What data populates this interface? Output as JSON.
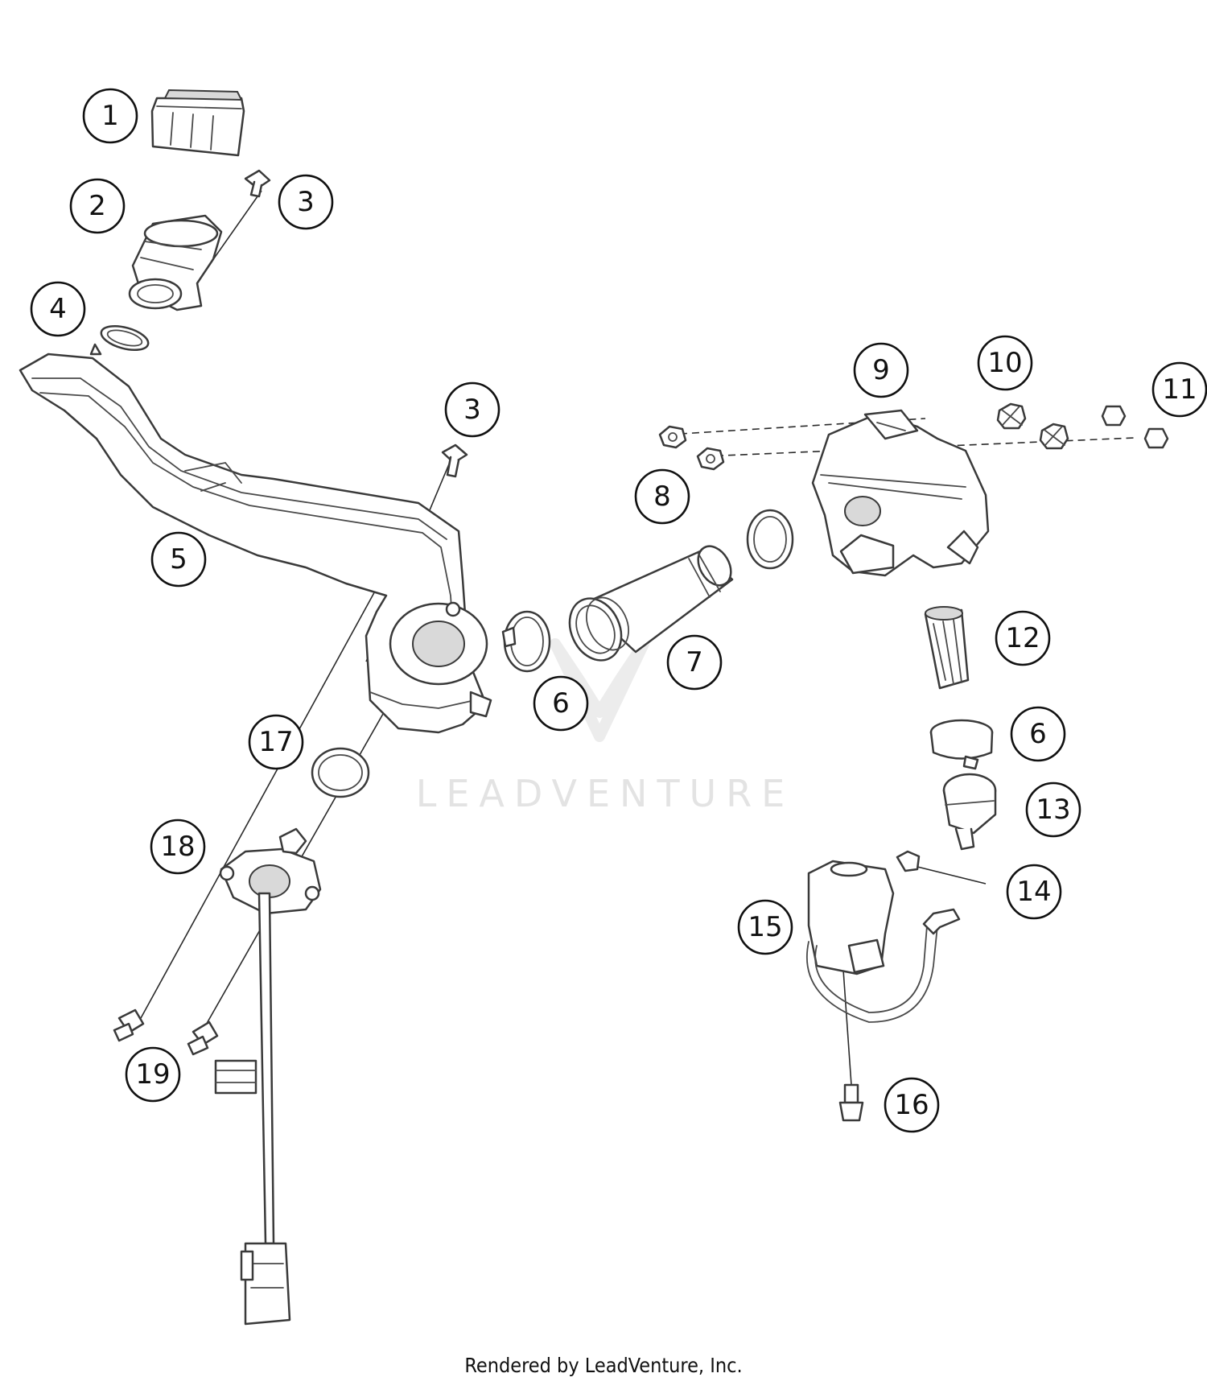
{
  "callouts": [
    "1",
    "2",
    "3",
    "3",
    "4",
    "5",
    "6",
    "6",
    "7",
    "8",
    "9",
    "10",
    "11",
    "12",
    "13",
    "14",
    "15",
    "16",
    "17",
    "18",
    "19"
  ],
  "watermark": "LEADVENTURE",
  "footer": "Rendered by LeadVenture, Inc."
}
